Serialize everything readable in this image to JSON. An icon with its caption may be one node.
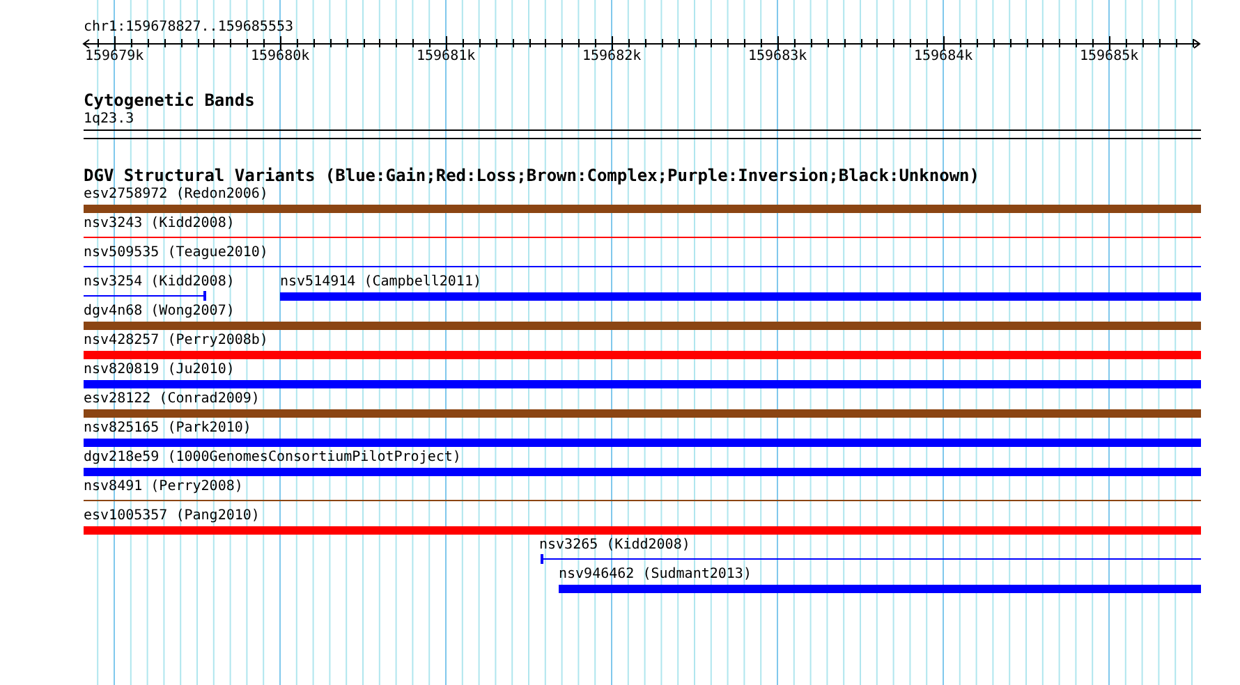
{
  "diagram": {
    "labels": [
      "chr1:159678827..159685553",
      "159679k",
      "159680k",
      "159681k",
      "159682k",
      "159683k",
      "159684k",
      "159685k",
      "Cytogenetic Bands",
      "1q23.3",
      "DGV Structural Variants (Blue:Gain;Red:Loss;Brown:Complex;Purple:Inversion;Black:Unknown)",
      "esv2758972 (Redon2006)",
      "nsv3243 (Kidd2008)",
      "nsv509535 (Teague2010)",
      "nsv3254 (Kidd2008)",
      "nsv514914 (Campbell2011)",
      "dgv4n68 (Wong2007)",
      "nsv428257 (Perry2008b)",
      "nsv820819 (Ju2010)",
      "esv28122 (Conrad2009)",
      "nsv825165 (Park2010)",
      "dgv218e59 (1000GenomesConsortiumPilotProject)",
      "nsv8491 (Perry2008)",
      "esv1005357 (Pang2010)",
      "nsv3265 (Kidd2008)",
      "nsv946462 (Sudmant2013)"
    ]
  }
}
